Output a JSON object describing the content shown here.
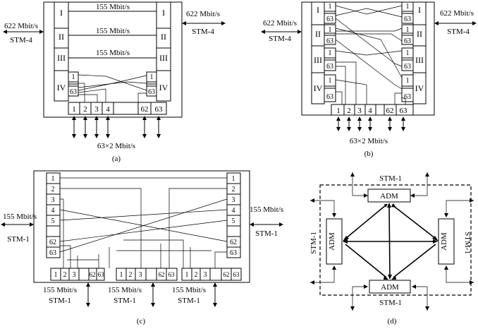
{
  "panel_a": {
    "caption": "(a)",
    "left_rate": "622 Mbit/s",
    "left_stm": "STM-4",
    "right_rate": "622 Mbit/s",
    "right_stm": "STM-4",
    "groups": [
      "I",
      "II",
      "III",
      "IV"
    ],
    "link_label": "155 Mbit/s",
    "tu_top": "1",
    "tu_bottom": "63",
    "tribs": [
      "1",
      "2",
      "3",
      "4",
      "62",
      "63"
    ],
    "bottom_label": "63×2 Mbit/s"
  },
  "panel_b": {
    "caption": "(b)",
    "left_rate": "622 Mbit/s",
    "left_stm": "STM-4",
    "right_rate": "622 Mbit/s",
    "right_stm": "STM-4",
    "groups": [
      "I",
      "II",
      "III",
      "IV"
    ],
    "tu_top": "1",
    "tu_bottom": "63",
    "tribs": [
      "1",
      "2",
      "3",
      "4",
      "62",
      "63"
    ],
    "bottom_label": "63×2 Mbit/s"
  },
  "panel_c": {
    "caption": "(c)",
    "left_rate": "155 Mbit/s",
    "left_stm": "STM-1",
    "right_rate": "155 Mbit/s",
    "right_stm": "STM-1",
    "slots": [
      "1",
      "2",
      "3",
      "4",
      "5",
      "62",
      "63"
    ],
    "group_tribs": [
      "1",
      "2",
      "3",
      "62",
      "63"
    ],
    "bottom_rate": "155 Mbit/s",
    "bottom_stm": "STM-1"
  },
  "panel_d": {
    "caption": "(d)",
    "node_label": "ADM",
    "stm_label": "STM-1"
  }
}
